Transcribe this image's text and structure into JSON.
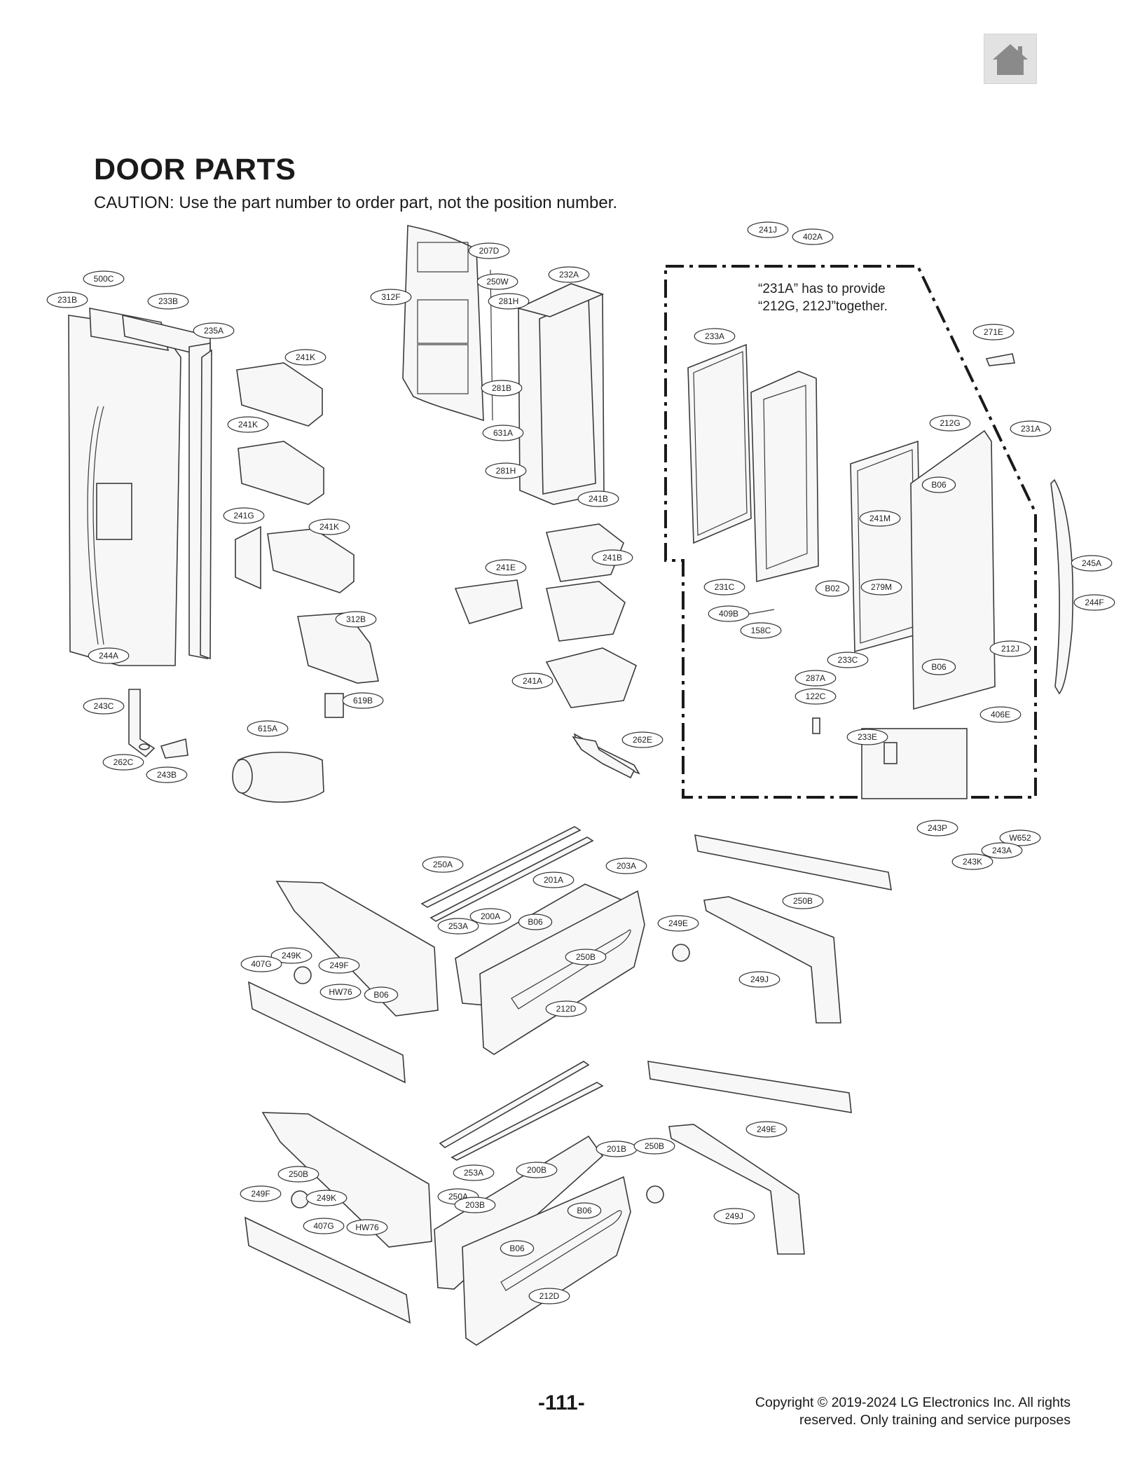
{
  "header": {
    "title": "DOOR PARTS",
    "caution": "CAUTION: Use the part number to order part, not the position number."
  },
  "home_button": {
    "icon": "home-icon"
  },
  "note": {
    "line1": "“231A” has to provide",
    "line2": "“212G, 212J”together."
  },
  "labels": [
    "500C",
    "231B",
    "233B",
    "235A",
    "241K",
    "241K",
    "241G",
    "241K",
    "312B",
    "244A",
    "243C",
    "262C",
    "243B",
    "619B",
    "615A",
    "207D",
    "250W",
    "281H",
    "312F",
    "281B",
    "631A",
    "281H",
    "232A",
    "241B",
    "241E",
    "241B",
    "241A",
    "262E",
    "241J",
    "402A",
    "233A",
    "271E",
    "231A",
    "212G",
    "B06",
    "241M",
    "231C",
    "409B",
    "158C",
    "B02",
    "279M",
    "245A",
    "244F",
    "233C",
    "212J",
    "B06",
    "287A",
    "122C",
    "406E",
    "233E",
    "243P",
    "W652",
    "243A",
    "243K",
    "250A",
    "253A",
    "200A",
    "201A",
    "203A",
    "B06",
    "250B",
    "249E",
    "250B",
    "249K",
    "249F",
    "407G",
    "HW76",
    "B06",
    "212D",
    "249J",
    "250A",
    "253A",
    "200B",
    "201B",
    "250B",
    "249E",
    "250B",
    "249K",
    "249F",
    "407G",
    "HW76",
    "203B",
    "B06",
    "B06",
    "212D",
    "249J"
  ],
  "footer": {
    "page_number": "-111-",
    "copyright_line1": "Copyright © 2019-2024 LG Electronics Inc.  All  rights",
    "copyright_line2": "reserved. Only training and service purposes"
  }
}
